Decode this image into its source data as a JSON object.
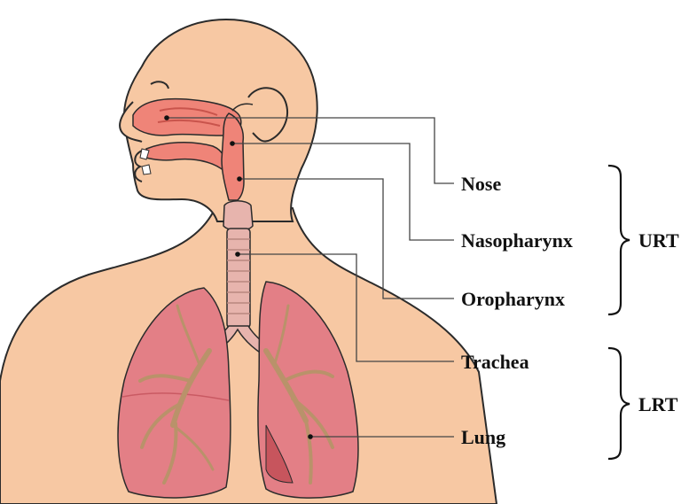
{
  "labels": {
    "nose": "Nose",
    "nasopharynx": "Nasopharynx",
    "oropharynx": "Oropharynx",
    "trachea": "Trachea",
    "lung": "Lung"
  },
  "groups": {
    "upper": "URT",
    "lower": "LRT"
  },
  "colors": {
    "skin": "#f7c8a3",
    "skin_outline": "#2b2b2b",
    "airway": "#ef8478",
    "airway_dark": "#d9574f",
    "lung": "#e37f86",
    "bronchi": "#b9926a",
    "trachea": "#e7b4ad",
    "leader": "#444444"
  }
}
